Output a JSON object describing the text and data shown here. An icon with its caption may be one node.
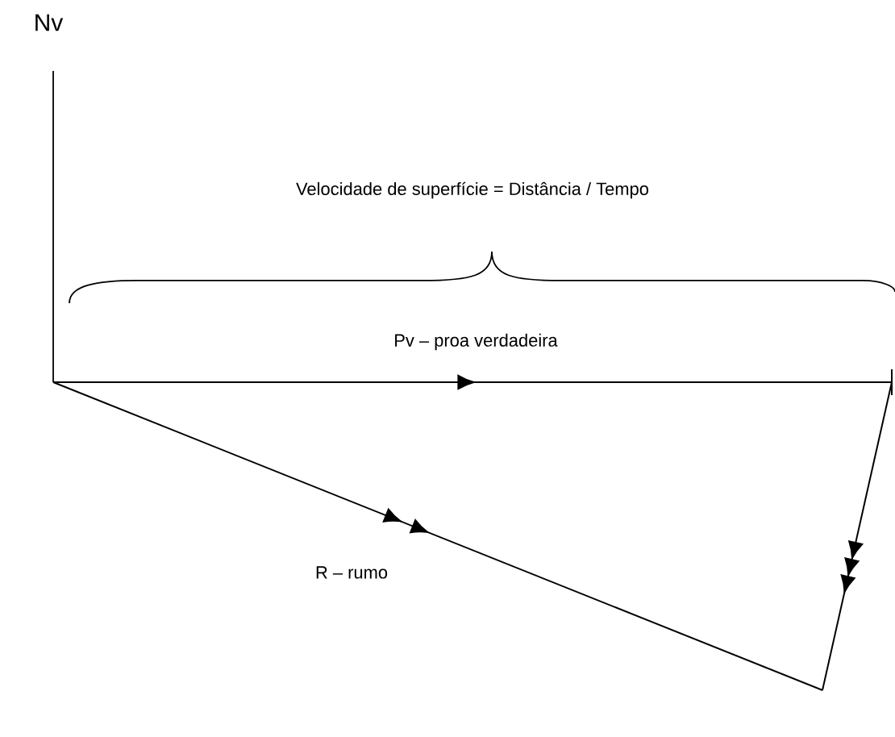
{
  "diagram": {
    "labels": [
      "Nv",
      "Velocidade de superfície = Distância / Tempo",
      "Pv – proa verdadeira",
      "R – rumo"
    ]
  }
}
